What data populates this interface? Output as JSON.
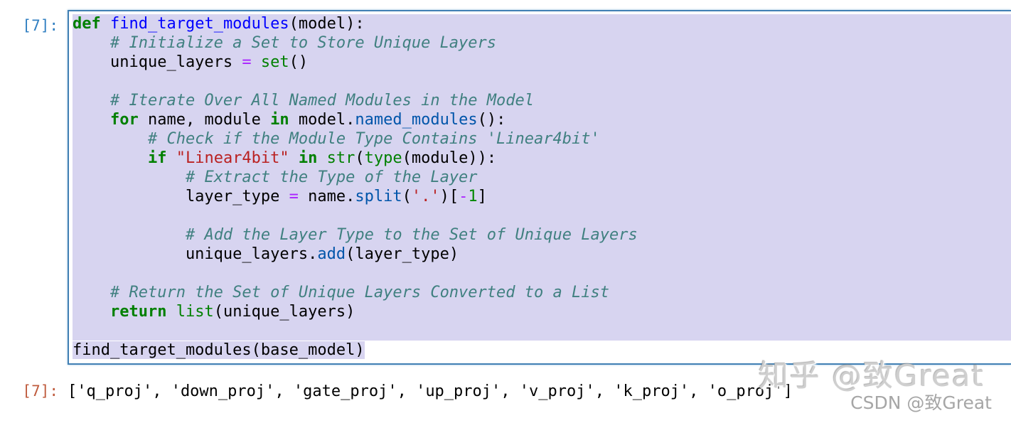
{
  "colors": {
    "selection": "#d7d4f0",
    "cell_border": "#4180b4",
    "input_prompt": "#307fc1",
    "output_prompt": "#bf5b3d",
    "syntax": {
      "kw": "#008000",
      "def": "#0000ff",
      "bi": "#008000",
      "op": "#aa22ff",
      "str": "#ba2121",
      "com": "#408080",
      "num": "#008800",
      "pl": "#000000"
    }
  },
  "input_cell": {
    "prompt": "[7]:",
    "lines": [
      {
        "selected_full": true,
        "tokens": [
          {
            "t": "def",
            "c": "kw"
          },
          {
            "t": " ",
            "c": "pl"
          },
          {
            "t": "find_target_modules",
            "c": "def"
          },
          {
            "t": "(model):",
            "c": "pl"
          }
        ]
      },
      {
        "selected_full": true,
        "tokens": [
          {
            "t": "    ",
            "c": "pl"
          },
          {
            "t": "# Initialize a Set to Store Unique Layers",
            "c": "com"
          }
        ]
      },
      {
        "selected_full": true,
        "tokens": [
          {
            "t": "    unique_layers ",
            "c": "pl"
          },
          {
            "t": "=",
            "c": "op"
          },
          {
            "t": " ",
            "c": "pl"
          },
          {
            "t": "set",
            "c": "bi"
          },
          {
            "t": "()",
            "c": "pl"
          }
        ]
      },
      {
        "selected_full": true,
        "tokens": []
      },
      {
        "selected_full": true,
        "tokens": [
          {
            "t": "    ",
            "c": "pl"
          },
          {
            "t": "# Iterate Over All Named Modules in the Model",
            "c": "com"
          }
        ]
      },
      {
        "selected_full": true,
        "tokens": [
          {
            "t": "    ",
            "c": "pl"
          },
          {
            "t": "for",
            "c": "kw"
          },
          {
            "t": " name, module ",
            "c": "pl"
          },
          {
            "t": "in",
            "c": "kw"
          },
          {
            "t": " model.",
            "c": "pl"
          },
          {
            "t": "named_modules",
            "c": "prop"
          },
          {
            "t": "():",
            "c": "pl"
          }
        ]
      },
      {
        "selected_full": true,
        "tokens": [
          {
            "t": "        ",
            "c": "pl"
          },
          {
            "t": "# Check if the Module Type Contains 'Linear4bit'",
            "c": "com"
          }
        ]
      },
      {
        "selected_full": true,
        "tokens": [
          {
            "t": "        ",
            "c": "pl"
          },
          {
            "t": "if",
            "c": "kw"
          },
          {
            "t": " ",
            "c": "pl"
          },
          {
            "t": "\"Linear4bit\"",
            "c": "str"
          },
          {
            "t": " ",
            "c": "pl"
          },
          {
            "t": "in",
            "c": "kw"
          },
          {
            "t": " ",
            "c": "pl"
          },
          {
            "t": "str",
            "c": "bi"
          },
          {
            "t": "(",
            "c": "pl"
          },
          {
            "t": "type",
            "c": "bi"
          },
          {
            "t": "(module)):",
            "c": "pl"
          }
        ]
      },
      {
        "selected_full": true,
        "tokens": [
          {
            "t": "            ",
            "c": "pl"
          },
          {
            "t": "# Extract the Type of the Layer",
            "c": "com"
          }
        ]
      },
      {
        "selected_full": true,
        "tokens": [
          {
            "t": "            layer_type ",
            "c": "pl"
          },
          {
            "t": "=",
            "c": "op"
          },
          {
            "t": " name.",
            "c": "pl"
          },
          {
            "t": "split",
            "c": "prop"
          },
          {
            "t": "(",
            "c": "pl"
          },
          {
            "t": "'.'",
            "c": "str"
          },
          {
            "t": ")[",
            "c": "pl"
          },
          {
            "t": "-",
            "c": "op"
          },
          {
            "t": "1",
            "c": "num"
          },
          {
            "t": "]",
            "c": "pl"
          }
        ]
      },
      {
        "selected_full": true,
        "tokens": []
      },
      {
        "selected_full": true,
        "tokens": [
          {
            "t": "            ",
            "c": "pl"
          },
          {
            "t": "# Add the Layer Type to the Set of Unique Layers",
            "c": "com"
          }
        ]
      },
      {
        "selected_full": true,
        "tokens": [
          {
            "t": "            unique_layers.",
            "c": "pl"
          },
          {
            "t": "add",
            "c": "prop"
          },
          {
            "t": "(layer_type)",
            "c": "pl"
          }
        ]
      },
      {
        "selected_full": true,
        "tokens": []
      },
      {
        "selected_full": true,
        "tokens": [
          {
            "t": "    ",
            "c": "pl"
          },
          {
            "t": "# Return the Set of Unique Layers Converted to a List",
            "c": "com"
          }
        ]
      },
      {
        "selected_full": true,
        "tokens": [
          {
            "t": "    ",
            "c": "pl"
          },
          {
            "t": "return",
            "c": "kw"
          },
          {
            "t": " ",
            "c": "pl"
          },
          {
            "t": "list",
            "c": "bi"
          },
          {
            "t": "(unique_layers)",
            "c": "pl"
          }
        ]
      },
      {
        "selected_full": true,
        "tokens": []
      },
      {
        "selected_full": false,
        "tokens": [
          {
            "t": "find_target_modules(base_model)",
            "c": "pl"
          }
        ]
      }
    ]
  },
  "output_cell": {
    "prompt": "[7]:",
    "text": "['q_proj', 'down_proj', 'gate_proj', 'up_proj', 'v_proj', 'k_proj', 'o_proj']"
  },
  "watermark": {
    "line1": "知乎 @致Great",
    "line2": "CSDN @致Great"
  }
}
